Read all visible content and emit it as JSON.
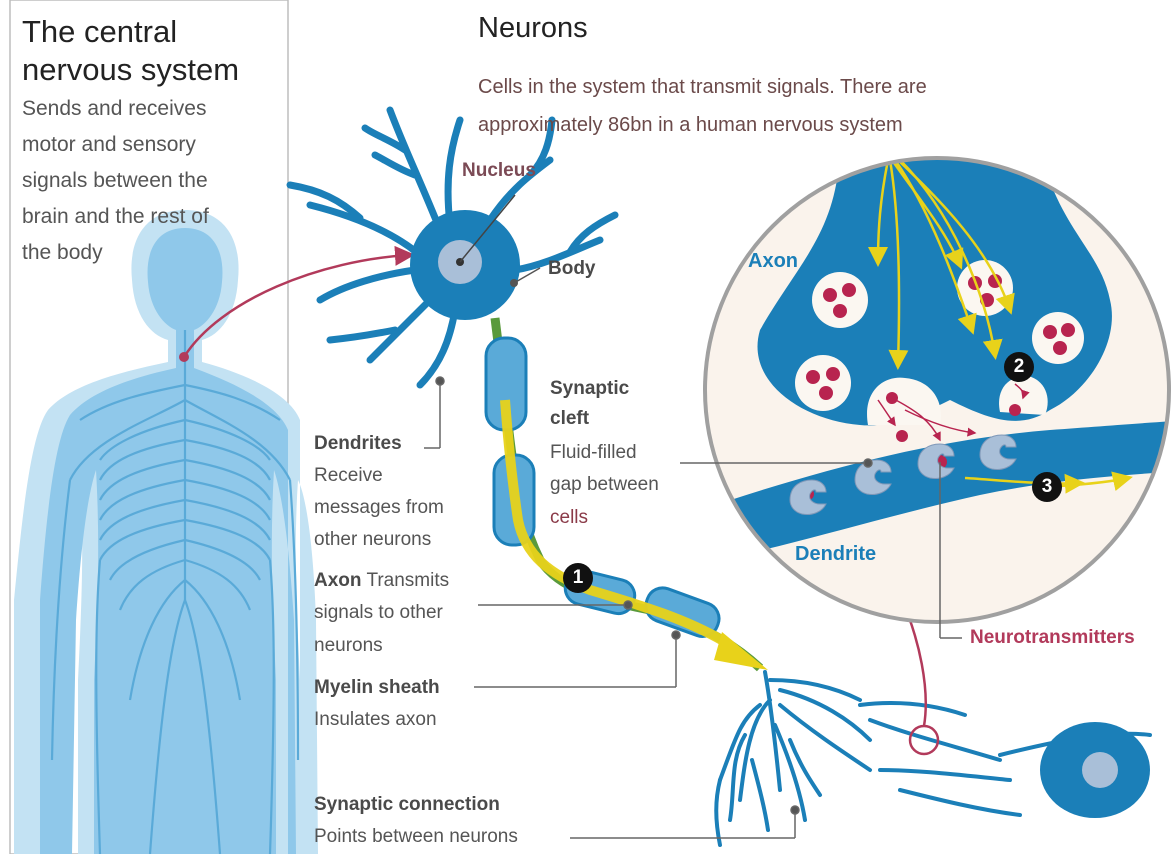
{
  "cns": {
    "title_line1": "The central",
    "title_line2": "nervous system",
    "desc_lines": [
      "Sends and receives",
      "motor and sensory",
      "signals between the",
      "brain and the rest of",
      "the body"
    ]
  },
  "neurons": {
    "title": "Neurons",
    "intro_line1": "Cells in the system that transmit signals. There are",
    "intro_line2": "approximately 86bn in a human nervous system"
  },
  "labels": {
    "nucleus": "Nucleus",
    "body": "Body",
    "synaptic_cleft_1": "Synaptic",
    "synaptic_cleft_2": "cleft",
    "cleft_desc_1": "Fluid-filled",
    "cleft_desc_2": "gap between",
    "cleft_desc_3": "cells",
    "dendrites": "Dendrites",
    "dendrites_desc": [
      "Receive",
      "messages from",
      "other neurons"
    ],
    "axon": "Axon",
    "axon_desc_1": "Transmits",
    "axon_desc_2": "signals to other",
    "axon_desc_3": "neurons",
    "myelin": "Myelin sheath",
    "myelin_desc": "Insulates axon",
    "synaptic_connection": "Synaptic connection",
    "synaptic_connection_desc": "Points between neurons",
    "zoom_axon": "Axon",
    "zoom_dendrite": "Dendrite",
    "neurotransmitters": "Neurotransmitters"
  },
  "badges": [
    "1",
    "2",
    "3"
  ],
  "colors": {
    "neuron_blue": "#1b7fb8",
    "body_light_blue": "#c3e2f3",
    "nerve_blue": "#5aaad8",
    "signal_yellow": "#e8d21a",
    "neurotransmitter_red": "#b8244f",
    "pointer_pink": "#b23a5b",
    "zoom_bg": "#faf3ec",
    "vesicle_bg": "#fbf7f1",
    "receptor": "#a9bfd8"
  }
}
